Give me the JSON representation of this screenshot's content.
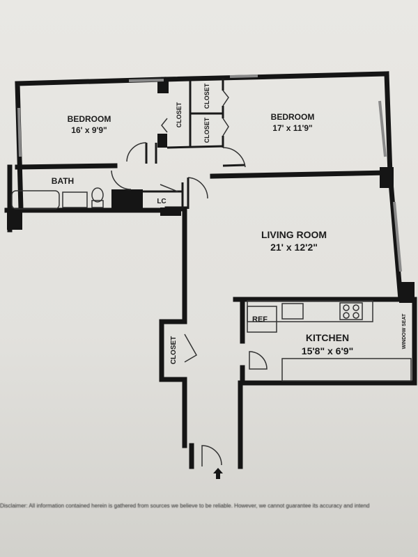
{
  "rooms": {
    "bedroom1": {
      "name": "BEDROOM",
      "size": "16' x 9'9\""
    },
    "bedroom2": {
      "name": "BEDROOM",
      "size": "17' x 11'9\""
    },
    "closet_a": "CLOSET",
    "closet_b": "CLOSET",
    "closet_c": "CLOSET",
    "closet_hall": "CLOSET",
    "bath": "BATH",
    "linen_closet": "LC",
    "living_room": {
      "name": "LIVING ROOM",
      "size": "21' x 12'2\""
    },
    "kitchen": {
      "name": "KITCHEN",
      "size": "15'8\" x 6'9\""
    },
    "refrigerator": "REF",
    "window_seat": "WINDOW SEAT"
  },
  "disclaimer": "Disclaimer: All information contained herein is gathered from sources we believe to be reliable. However, we cannot guarantee its accuracy and intend"
}
